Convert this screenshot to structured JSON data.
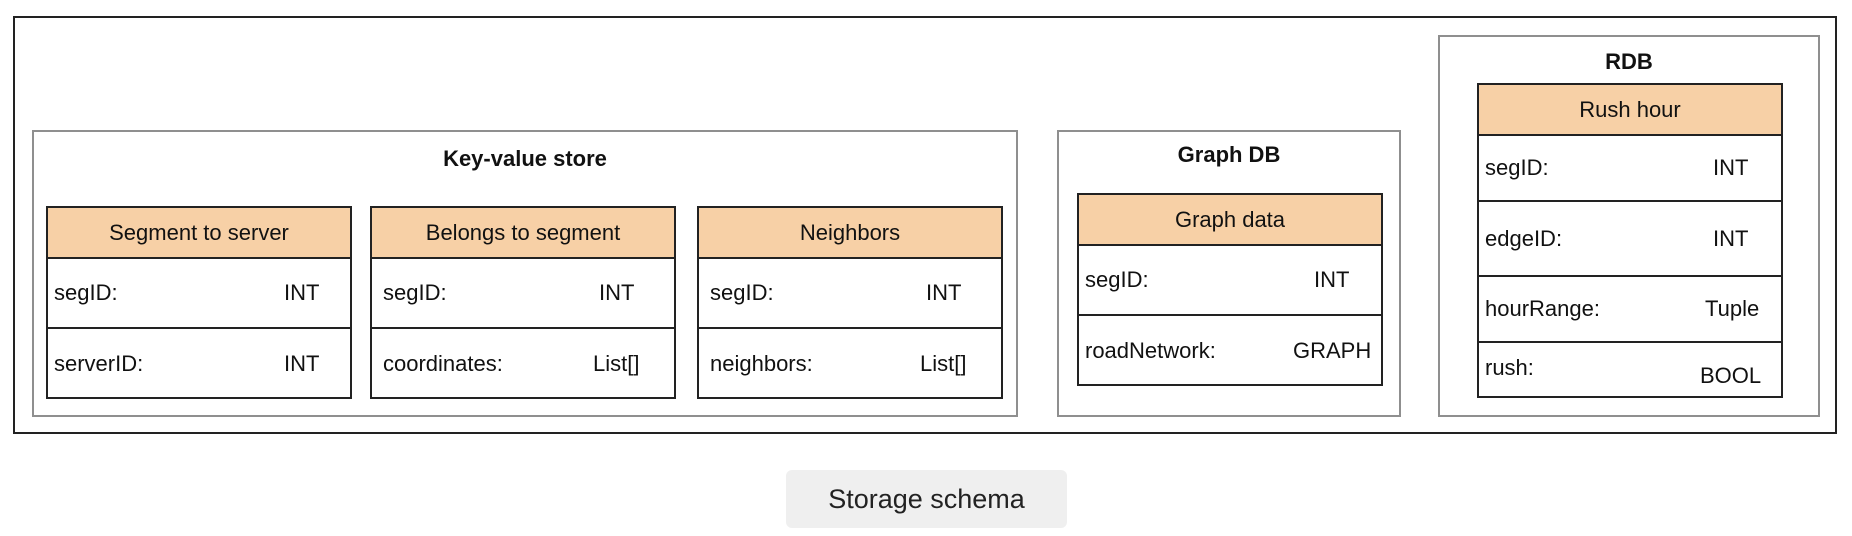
{
  "key_value_store": {
    "title": "Key-value store",
    "tables": [
      {
        "name": "Segment to server",
        "rows": [
          {
            "field": "segID:",
            "type": "INT"
          },
          {
            "field": "serverID:",
            "type": "INT"
          }
        ]
      },
      {
        "name": "Belongs to segment",
        "rows": [
          {
            "field": "segID:",
            "type": "INT"
          },
          {
            "field": "coordinates:",
            "type": "List[]"
          }
        ]
      },
      {
        "name": "Neighbors",
        "rows": [
          {
            "field": "segID:",
            "type": "INT"
          },
          {
            "field": "neighbors:",
            "type": "List[]"
          }
        ]
      }
    ]
  },
  "graph_db": {
    "title": "Graph DB",
    "tables": [
      {
        "name": "Graph data",
        "rows": [
          {
            "field": "segID:",
            "type": "INT"
          },
          {
            "field": "roadNetwork:",
            "type": "GRAPH"
          }
        ]
      }
    ]
  },
  "rdb": {
    "title": "RDB",
    "tables": [
      {
        "name": "Rush hour",
        "rows": [
          {
            "field": "segID:",
            "type": "INT"
          },
          {
            "field": "edgeID:",
            "type": "INT"
          },
          {
            "field": "hourRange:",
            "type": "Tuple"
          },
          {
            "field": "rush:",
            "type": "BOOL"
          }
        ]
      }
    ]
  },
  "caption": "Storage schema"
}
